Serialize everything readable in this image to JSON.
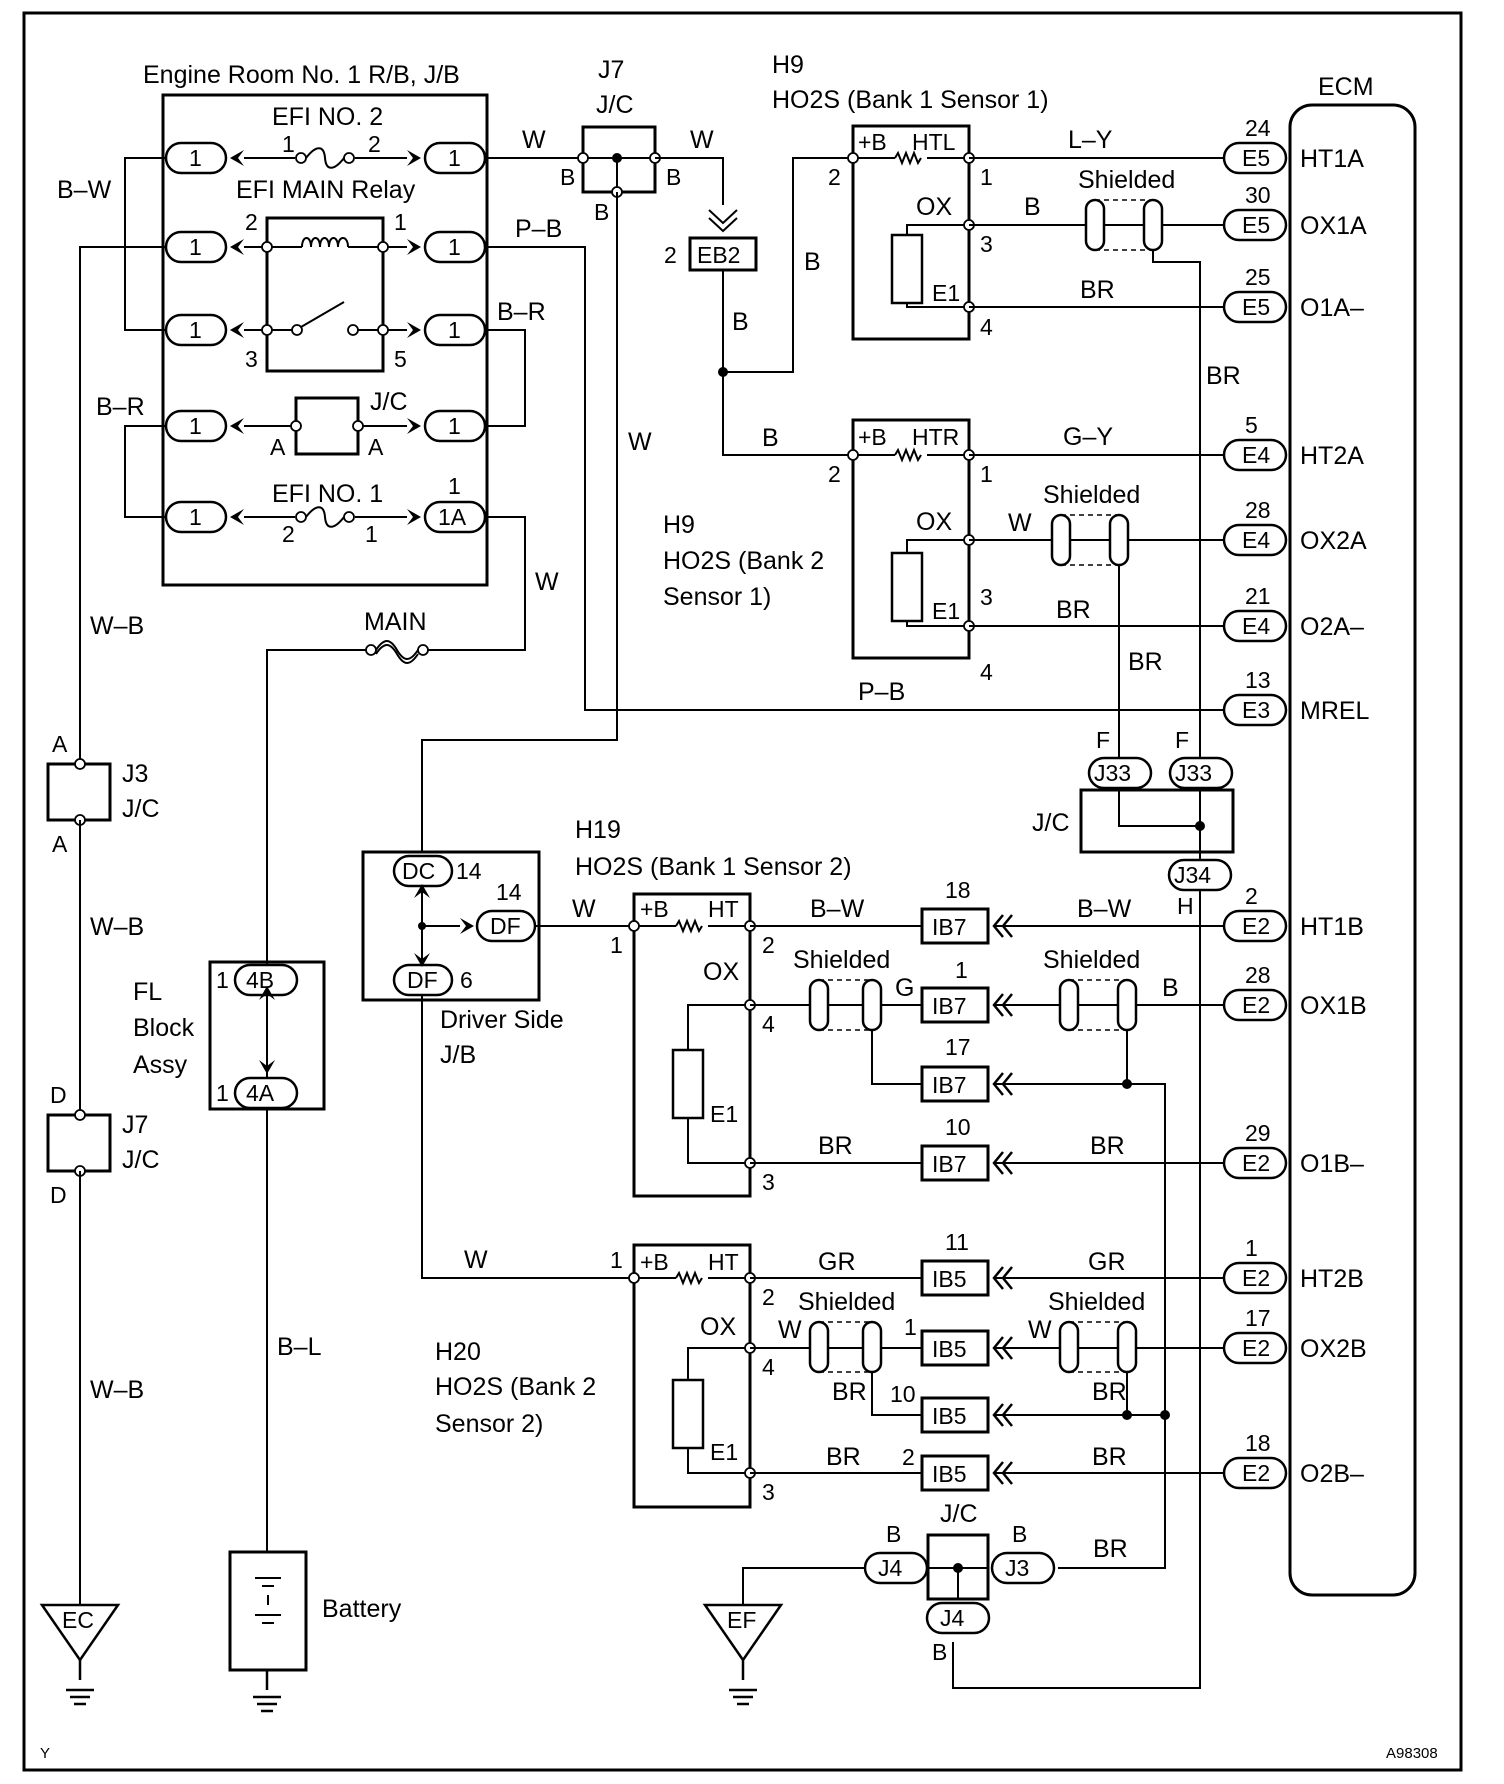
{
  "corner": {
    "left": "Y",
    "right": "A98308"
  },
  "ecm": {
    "title": "ECM",
    "pins": [
      {
        "num": "24",
        "conn": "E5",
        "name": "HT1A"
      },
      {
        "num": "30",
        "conn": "E5",
        "name": "OX1A"
      },
      {
        "num": "25",
        "conn": "E5",
        "name": "O1A–"
      },
      {
        "num": "5",
        "conn": "E4",
        "name": "HT2A"
      },
      {
        "num": "28",
        "conn": "E4",
        "name": "OX2A"
      },
      {
        "num": "21",
        "conn": "E4",
        "name": "O2A–"
      },
      {
        "num": "13",
        "conn": "E3",
        "name": "MREL"
      },
      {
        "num": "2",
        "conn": "E2",
        "name": "HT1B"
      },
      {
        "num": "28",
        "conn": "E2",
        "name": "OX1B"
      },
      {
        "num": "29",
        "conn": "E2",
        "name": "O1B–"
      },
      {
        "num": "1",
        "conn": "E2",
        "name": "HT2B"
      },
      {
        "num": "17",
        "conn": "E2",
        "name": "OX2B"
      },
      {
        "num": "18",
        "conn": "E2",
        "name": "O2B–"
      }
    ]
  },
  "relay_box": {
    "title": "Engine Room No. 1 R/B, J/B",
    "efi2": "EFI NO. 2",
    "efi2_p1": "1",
    "efi2_p2": "2",
    "relay": "EFI MAIN Relay",
    "r2": "2",
    "r1": "1",
    "r3": "3",
    "r5": "5",
    "jc": "J/C",
    "jc_a": "A",
    "efi1": "EFI NO. 1",
    "efi1_p1": "1",
    "efi1_p2": "2",
    "efi1_top": "1",
    "conn": "1",
    "conn_1a": "1A",
    "wire_bw": "B–W",
    "wire_br": "B–R",
    "wire_br2": "B–R",
    "wire_w": "W",
    "wire_pb": "P–B",
    "wire_wb": "W–B"
  },
  "j7_top": {
    "id": "J7",
    "type": "J/C",
    "b": "B",
    "w": "W"
  },
  "eb2": {
    "num": "2",
    "label": "EB2",
    "b": "B"
  },
  "h9_1": {
    "id": "H9",
    "name": "HO2S (Bank 1 Sensor 1)",
    "pb": "+B",
    "ht": "HTL",
    "ox": "OX",
    "e1": "E1",
    "p1": "1",
    "p2": "2",
    "p3": "3",
    "p4": "4",
    "w_ly": "L–Y",
    "w_b": "B",
    "w_br": "BR",
    "shielded": "Shielded"
  },
  "h9_2": {
    "id": "H9",
    "name1": "HO2S (Bank 2",
    "name2": "Sensor 1)",
    "pb": "+B",
    "ht": "HTR",
    "ox": "OX",
    "e1": "E1",
    "p1": "1",
    "p2": "2",
    "p3": "3",
    "p4": "4",
    "w_gy": "G–Y",
    "w_w": "W",
    "w_br": "BR",
    "w_b": "B",
    "shielded": "Shielded"
  },
  "mrel_wire": "P–B",
  "j33": {
    "f": "F",
    "label": "J33",
    "jc": "J/C",
    "j34": "J34",
    "h": "H",
    "br": "BR"
  },
  "driver_jb": {
    "dc": "DC",
    "dc_num": "14",
    "df": "DF",
    "df_num": "14",
    "df2": "DF",
    "df2_num": "6",
    "name1": "Driver Side",
    "name2": "J/B",
    "w": "W"
  },
  "h19": {
    "id": "H19",
    "name": "HO2S (Bank 1 Sensor 2)",
    "pb": "+B",
    "ht": "HT",
    "ox": "OX",
    "e1": "E1",
    "p1": "1",
    "p2": "2",
    "p3": "3",
    "p4": "4",
    "w_bw": "B–W",
    "w_g": "G",
    "w_br": "BR",
    "shielded": "Shielded"
  },
  "h20": {
    "id": "H20",
    "name1": "HO2S (Bank 2",
    "name2": "Sensor 2)",
    "pb": "+B",
    "ht": "HT",
    "ox": "OX",
    "e1": "E1",
    "p1": "1",
    "p2": "2",
    "p3": "3",
    "p4": "4",
    "w_gr": "GR",
    "w_w": "W",
    "w_br": "BR",
    "shielded": "Shielded"
  },
  "ib7": {
    "label": "IB7",
    "n18": "18",
    "n1": "1",
    "n17": "17",
    "n10": "10",
    "w_bw": "B–W",
    "w_b": "B",
    "w_br": "BR"
  },
  "ib5": {
    "label": "IB5",
    "n11": "11",
    "n1": "1",
    "n10": "10",
    "n2": "2",
    "w_gr": "GR",
    "w_w": "W",
    "w_br": "BR"
  },
  "shielded": "Shielded",
  "left_col": {
    "wb": "W–B",
    "j3": "J3",
    "j7": "J7",
    "jc": "J/C",
    "a": "A",
    "d": "D",
    "ec": "EC"
  },
  "main_fuse": {
    "label": "MAIN",
    "w": "W"
  },
  "fl_block": {
    "l1": "FL",
    "l2": "Block",
    "l3": "Assy",
    "c1": "4B",
    "c2": "4A",
    "n": "1"
  },
  "battery": {
    "label": "Battery",
    "wire": "B–L"
  },
  "ground_jc": {
    "jc": "J/C",
    "j4": "J4",
    "j3": "J3",
    "b": "B",
    "br": "BR",
    "ef": "EF"
  },
  "br_trunk": "BR"
}
